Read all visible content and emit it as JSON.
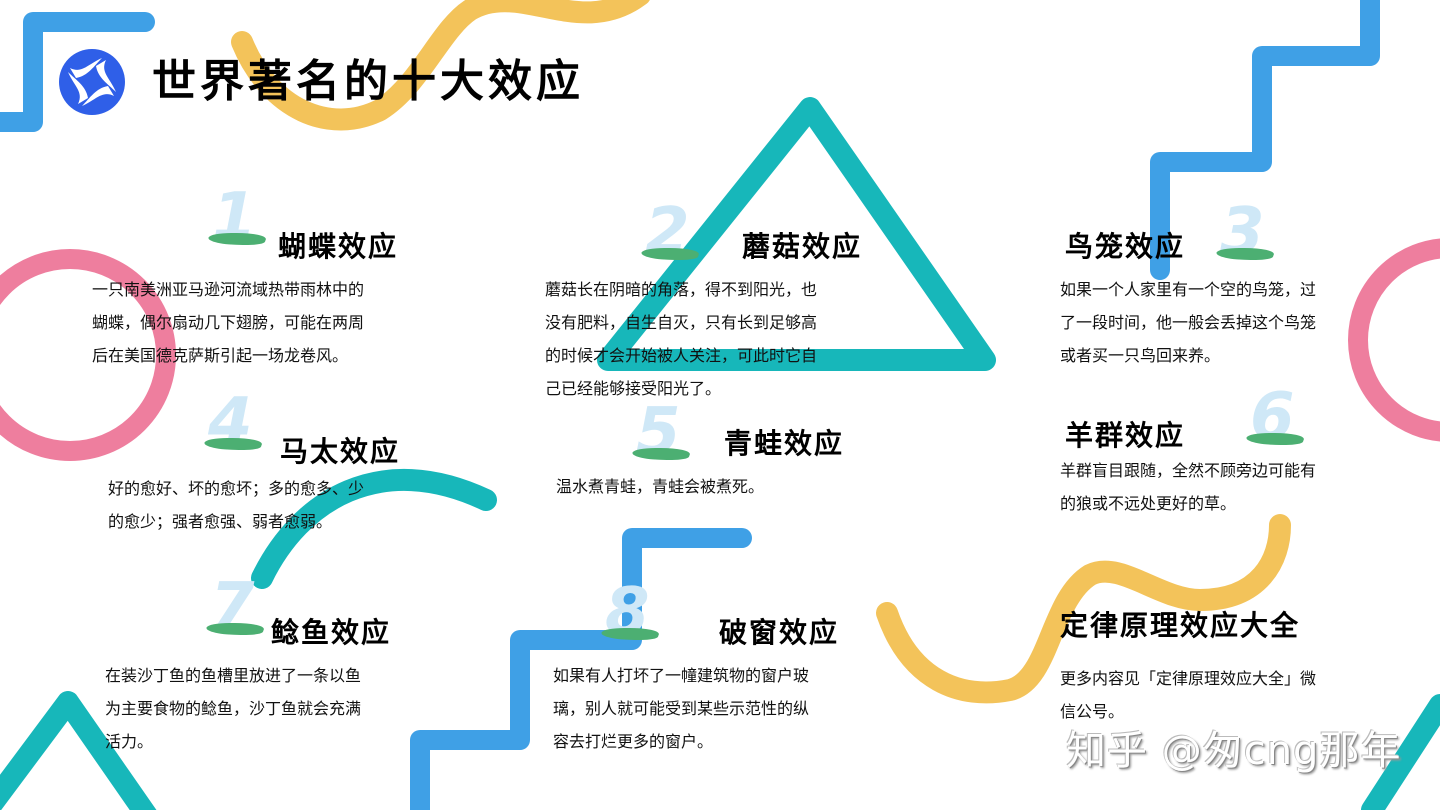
{
  "header": {
    "title": "世界著名的十大效应",
    "logo_icon": "pinwheel-logo-icon"
  },
  "effects": [
    {
      "number": "1",
      "title": "蝴蝶效应",
      "desc": [
        "一只南美洲亚马逊河流域热带雨林中的",
        "蝴蝶，偶尔扇动几下翅膀，可能在两周",
        "后在美国德克萨斯引起一场龙卷风。"
      ]
    },
    {
      "number": "2",
      "title": "蘑菇效应",
      "desc": [
        "蘑菇长在阴暗的角落，得不到阳光，也",
        "没有肥料，自生自灭，只有长到足够高",
        "的时候才会开始被人关注，可此时它自",
        "己已经能够接受阳光了。"
      ]
    },
    {
      "number": "3",
      "title": "鸟笼效应",
      "desc": [
        "如果一个人家里有一个空的鸟笼，过",
        "了一段时间，他一般会丢掉这个鸟笼",
        "或者买一只鸟回来养。"
      ]
    },
    {
      "number": "4",
      "title": "马太效应",
      "desc": [
        "好的愈好、坏的愈坏；多的愈多、少",
        "的愈少；强者愈强、弱者愈弱。"
      ]
    },
    {
      "number": "5",
      "title": "青蛙效应",
      "desc": [
        "温水煮青蛙，青蛙会被煮死。"
      ]
    },
    {
      "number": "6",
      "title": "羊群效应",
      "desc": [
        "羊群盲目跟随，全然不顾旁边可能有",
        "的狼或不远处更好的草。"
      ]
    },
    {
      "number": "7",
      "title": "鲶鱼效应",
      "desc": [
        "在装沙丁鱼的鱼槽里放进了一条以鱼",
        "为主要食物的鲶鱼，沙丁鱼就会充满",
        "活力。"
      ]
    },
    {
      "number": "8",
      "title": "破窗效应",
      "desc": [
        "如果有人打坏了一幢建筑物的窗户玻",
        "璃，别人就可能受到某些示范性的纵",
        "容去打烂更多的窗户。"
      ]
    }
  ],
  "footer_card": {
    "title": "定律原理效应大全",
    "desc": [
      "更多内容见「定律原理效应大全」微",
      "信公号。"
    ]
  },
  "watermark": "知乎 @匆cng那年",
  "colors": {
    "blue": "#3fa0e6",
    "yellow": "#f3c35a",
    "teal": "#17b7ba",
    "pink": "#ee7e9e",
    "logo_blue": "#2f5fe8",
    "grass_green": "#4caf72",
    "number_light_blue": "#cfe8f7"
  }
}
